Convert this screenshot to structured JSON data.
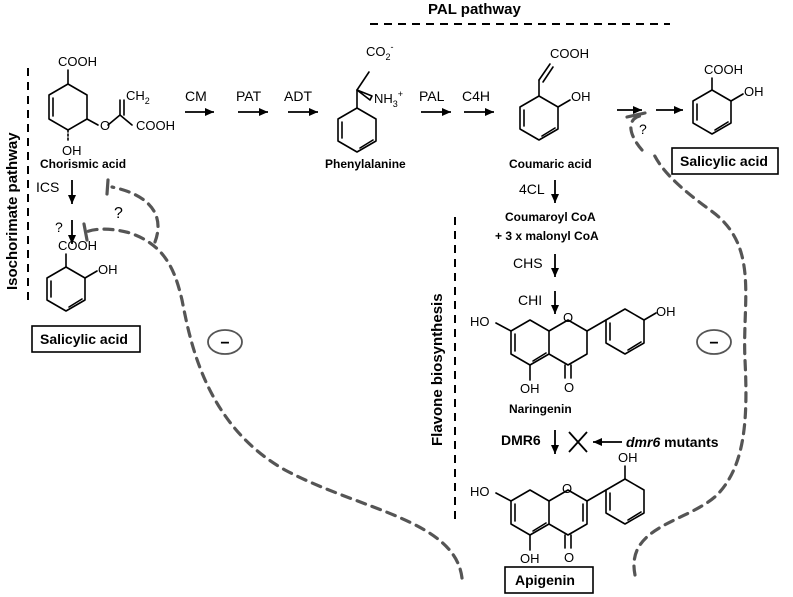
{
  "pathways": {
    "pal": "PAL pathway",
    "isochorismate": "Isochorimate pathway",
    "flavone": "Flavone biosynthesis"
  },
  "compounds": {
    "chorismic_acid": "Chorismic acid",
    "phenylalanine": "Phenylalanine",
    "coumaric_acid": "Coumaric acid",
    "coumaroyl_coa_line1": "Coumaroyl CoA",
    "coumaroyl_coa_line2": "+ 3 x malonyl CoA",
    "naringenin": "Naringenin",
    "salicylic_acid_right": "Salicylic acid",
    "salicylic_acid_left": "Salicylic acid",
    "apigenin": "Apigenin"
  },
  "enzymes": {
    "cm": "CM",
    "pat": "PAT",
    "adt": "ADT",
    "pal": "PAL",
    "c4h": "C4H",
    "fourcl": "4CL",
    "chs": "CHS",
    "chi": "CHI",
    "dmr6": "DMR6",
    "ics": "ICS",
    "unknown_left": "?",
    "unknown_right": "?",
    "unknown_inhibit": "?"
  },
  "mutant": {
    "name": "dmr6",
    "suffix": " mutants"
  },
  "inhibition_symbol": "−",
  "chem_labels": {
    "cooh": "COOH",
    "ch2": "CH",
    "ch2_sub": "2",
    "oh": "OH",
    "ho": "HO",
    "o": "O",
    "co2": "CO",
    "co2_sub": "2",
    "co2_sup": "-",
    "nh3": "NH",
    "nh3_sub": "3",
    "nh3_sup": "+"
  }
}
